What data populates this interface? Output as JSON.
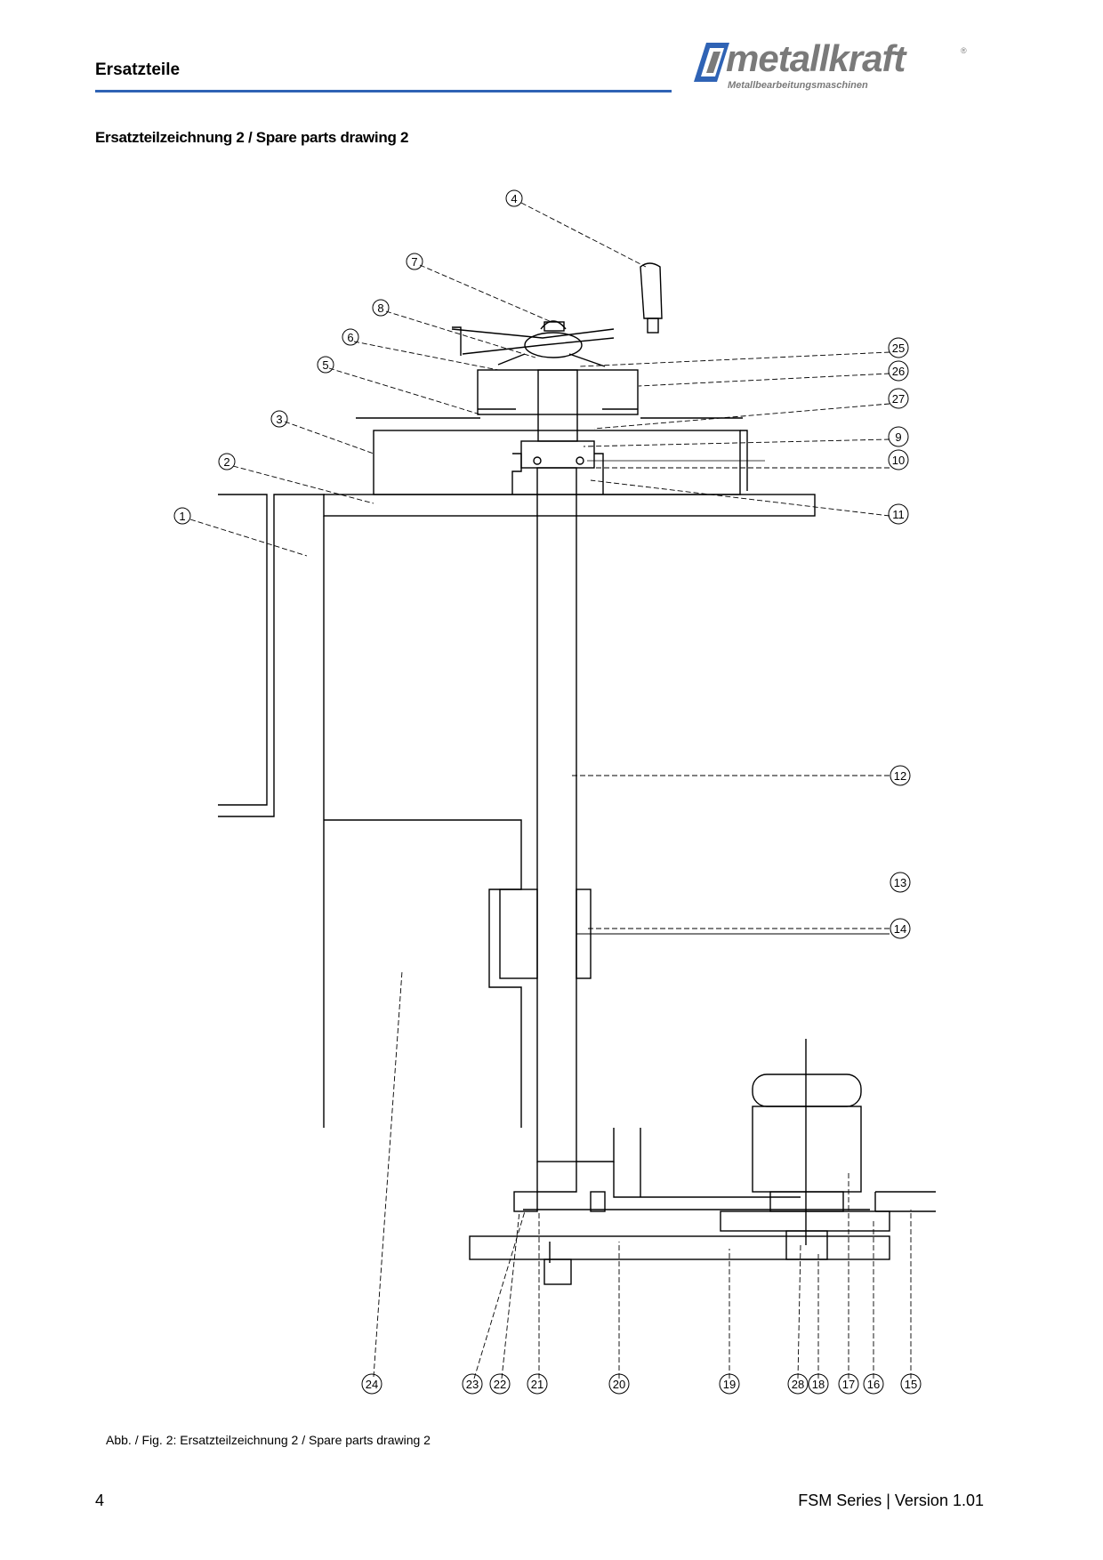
{
  "header": {
    "title": "Ersatzteile"
  },
  "logo": {
    "brand": "metallkraft",
    "registered": "®",
    "tagline": "Metallbearbeitungsmaschinen"
  },
  "section": {
    "title": "Ersatzteilzeichnung 2 / Spare parts drawing 2"
  },
  "callouts": {
    "c1": "1",
    "c2": "2",
    "c3": "3",
    "c4": "4",
    "c5": "5",
    "c6": "6",
    "c7": "7",
    "c8": "8",
    "c9": "9",
    "c10": "10",
    "c11": "11",
    "c12": "12",
    "c13": "13",
    "c14": "14",
    "c15": "15",
    "c16": "16",
    "c17": "17",
    "c18": "18",
    "c19": "19",
    "c20": "20",
    "c21": "21",
    "c22": "22",
    "c23": "23",
    "c24": "24",
    "c25": "25",
    "c26": "26",
    "c27": "27",
    "c28": "28"
  },
  "figure": {
    "caption": "Abb. / Fig. 2: Ersatzteilzeichnung 2 / Spare parts drawing 2"
  },
  "footer": {
    "page": "4",
    "series": "FSM Series | Version 1.01"
  }
}
